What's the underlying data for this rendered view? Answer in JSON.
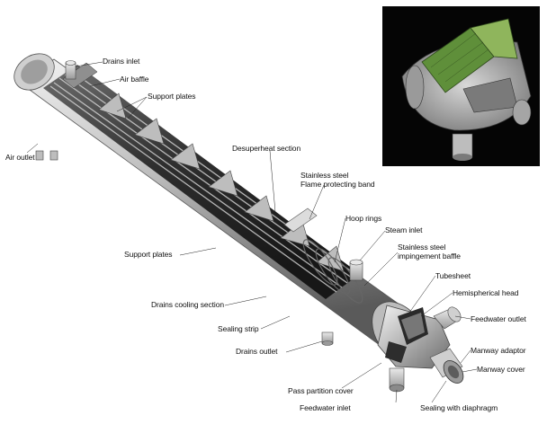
{
  "labels": {
    "drains_inlet": "Drains inlet",
    "air_baffle": "Air baffle",
    "support_plates_top": "Support plates",
    "air_outlet": "Air outlet",
    "desuperheat_section": "Desuperheat section",
    "stainless_band_1": "Stainless steel",
    "stainless_band_2": "Flame protecting band",
    "hoop_rings": "Hoop rings",
    "steam_inlet": "Steam inlet",
    "impingement_1": "Stainless steel",
    "impingement_2": "impingement baffle",
    "support_plates_left": "Support plates",
    "tubesheet": "Tubesheet",
    "hemispherical_head": "Hemispherical head",
    "drains_cooling_section": "Drains cooling section",
    "feedwater_outlet": "Feedwater outlet",
    "sealing_strip": "Sealing strip",
    "drains_outlet": "Drains outlet",
    "manway_adaptor": "Manway adaptor",
    "manway_cover": "Manway cover",
    "pass_partition_cover": "Pass partition cover",
    "feedwater_inlet": "Feedwater inlet",
    "sealing_with_diaphragm": "Sealing with diaphragm"
  },
  "colors": {
    "shell_light": "#e6e6e6",
    "shell_mid": "#a9a9a9",
    "shell_dark": "#555555",
    "interior": "#3a3a3a",
    "tubes_green": "#5f8f3a",
    "inset_bg": "#050505"
  }
}
